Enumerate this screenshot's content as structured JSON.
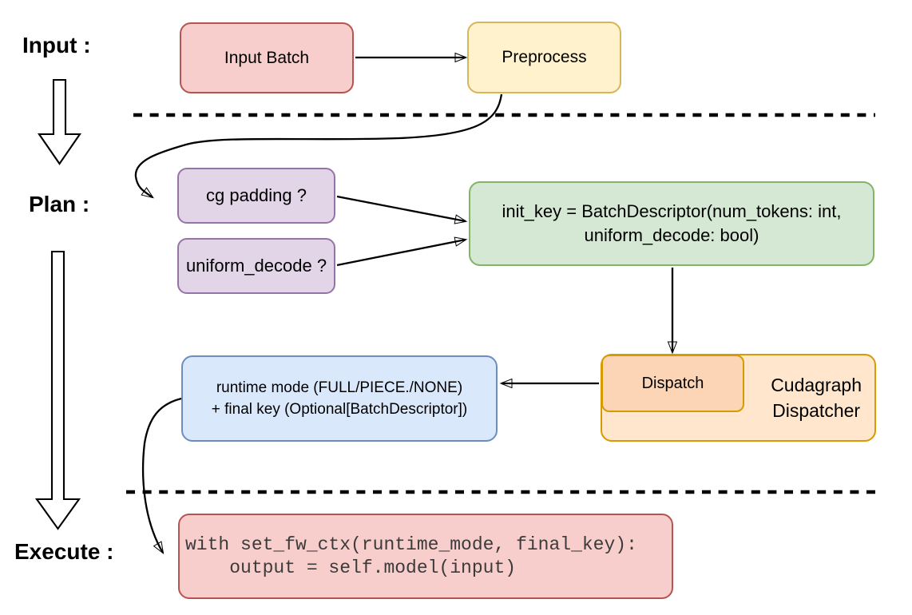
{
  "stages": {
    "input": "Input :",
    "plan": "Plan :",
    "execute": "Execute :"
  },
  "nodes": {
    "input_batch": {
      "label": "Input Batch"
    },
    "preprocess": {
      "label": "Preprocess"
    },
    "cg_padding": {
      "label": "cg padding ?"
    },
    "uniform_decode": {
      "label": "uniform_decode ?"
    },
    "init_key": {
      "line1": "init_key = BatchDescriptor(num_tokens: int,",
      "line2": "uniform_decode: bool)"
    },
    "dispatch": {
      "label": "Dispatch"
    },
    "cudagraph_dispatcher": {
      "line1": "Cudagraph",
      "line2": "Dispatcher"
    },
    "runtime_result": {
      "line1": "runtime mode (FULL/PIECE./NONE)",
      "line2": "+ final key (Optional[BatchDescriptor])"
    },
    "execute_code": {
      "line1": "with set_fw_ctx(runtime_mode, final_key):",
      "line2": "    output = self.model(input)"
    }
  },
  "colors": {
    "red_fill": "#f8cecc",
    "red_stroke": "#b85450",
    "yellow_fill": "#fff2cc",
    "yellow_stroke": "#d6b656",
    "purple_fill": "#e1d5e7",
    "purple_stroke": "#9673a6",
    "green_fill": "#d5e8d4",
    "green_stroke": "#82b366",
    "orange_outer_fill": "#ffe6cc",
    "orange_inner_fill": "#fbd5b5",
    "orange_stroke": "#d79b00",
    "blue_fill": "#dae8fc",
    "blue_stroke": "#6c8ebf",
    "line_color": "#000000",
    "code_text": "#3b3b3b"
  }
}
